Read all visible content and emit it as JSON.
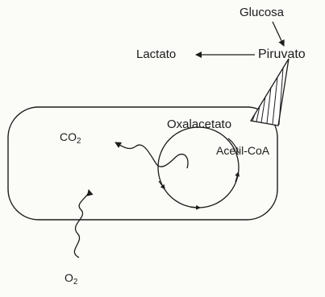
{
  "diagram": {
    "labels": {
      "glucosa": "Glucosa",
      "piruvato": "Piruvato",
      "lactato": "Lactato",
      "oxalacetato": "Oxalacetato",
      "acetil_coa": "Acetil-CoA",
      "co2_base": "CO",
      "co2_sub": "2",
      "o2_base": "O",
      "o2_sub": "2"
    },
    "colors": {
      "ink": "#1c1c1c",
      "background": "#fbfbf8"
    }
  }
}
